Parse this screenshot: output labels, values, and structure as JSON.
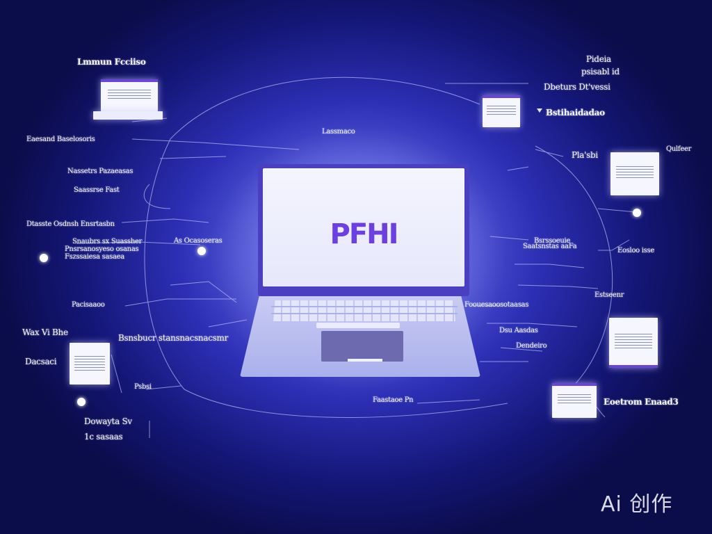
{
  "screen": {
    "headline": "PFHI"
  },
  "watermark": "Ai 创作",
  "labels": [
    "Lmmun Fcciiso",
    "Pideia",
    "psisabl id",
    "Dbeturs Dt'vessi",
    "Bstihaidadao",
    "Eaesand Baselosoris",
    "Lassmaco",
    "Nassetrs Pazaeasas",
    "Saassrse Fast",
    "Pla'sbi",
    "Qulfeer",
    "Dtasste Osdnsh Ensrtasbn",
    "Snaubrs sx Suassher",
    "Pnsrsanosyeso osanas",
    "As Ocasoseras",
    "Fszssaiesa sasaea",
    "Bsrssoeuie",
    "Saatsnstas aaFa",
    "Eosloo isse",
    "Pacisaaoo",
    "Estseenr",
    "Foouesaoosotaasas",
    "Dsu Aasdas",
    "Dendeiro",
    "Wax Vi Bhe",
    "Dacsaci",
    "Bsnsbucr stansnacsnacsmr",
    "Psbsi",
    "Faastaoe Pn",
    "Eoetrom Enaad3",
    "Dowayta Sv",
    "1c sasaas"
  ]
}
